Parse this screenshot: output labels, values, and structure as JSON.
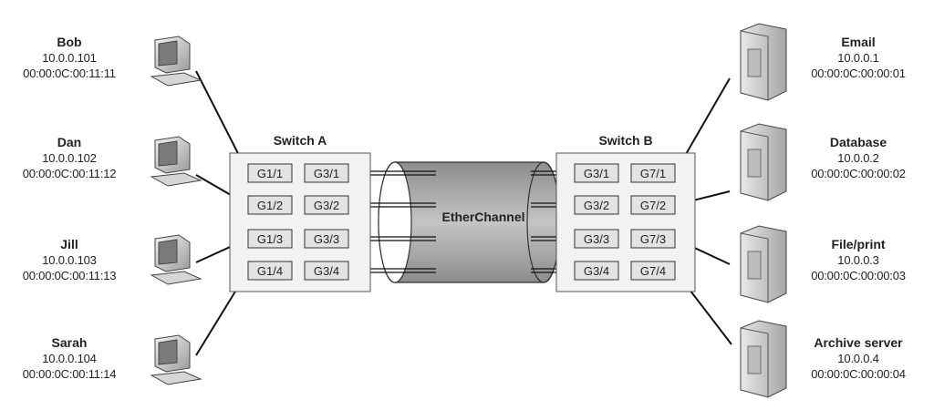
{
  "clients": [
    {
      "name": "Bob",
      "ip": "10.0.0.101",
      "mac": "00:00:0C:00:11:11"
    },
    {
      "name": "Dan",
      "ip": "10.0.0.102",
      "mac": "00:00:0C:00:11:12"
    },
    {
      "name": "Jill",
      "ip": "10.0.0.103",
      "mac": "00:00:0C:00:11:13"
    },
    {
      "name": "Sarah",
      "ip": "10.0.0.104",
      "mac": "00:00:0C:00:11:14"
    }
  ],
  "servers": [
    {
      "name": "Email",
      "ip": "10.0.0.1",
      "mac": "00:00:0C:00:00:01"
    },
    {
      "name": "Database",
      "ip": "10.0.0.2",
      "mac": "00:00:0C:00:00:02"
    },
    {
      "name": "File/print",
      "ip": "10.0.0.3",
      "mac": "00:00:0C:00:00:03"
    },
    {
      "name": "Archive server",
      "ip": "10.0.0.4",
      "mac": "00:00:0C:00:00:04"
    }
  ],
  "switch_a": {
    "title": "Switch A",
    "access_ports": [
      "G1/1",
      "G1/2",
      "G1/3",
      "G1/4"
    ],
    "channel_ports": [
      "G3/1",
      "G3/2",
      "G3/3",
      "G3/4"
    ]
  },
  "switch_b": {
    "title": "Switch B",
    "channel_ports": [
      "G3/1",
      "G3/2",
      "G3/3",
      "G3/4"
    ],
    "access_ports": [
      "G7/1",
      "G7/2",
      "G7/3",
      "G7/4"
    ]
  },
  "etherchannel": {
    "label": "EtherChannel"
  },
  "colors": {
    "line": "#111111",
    "switch_fill": "#f2f2f2",
    "port_fill": "#e3e3e3",
    "tube_fill": "#a8a8a8"
  }
}
